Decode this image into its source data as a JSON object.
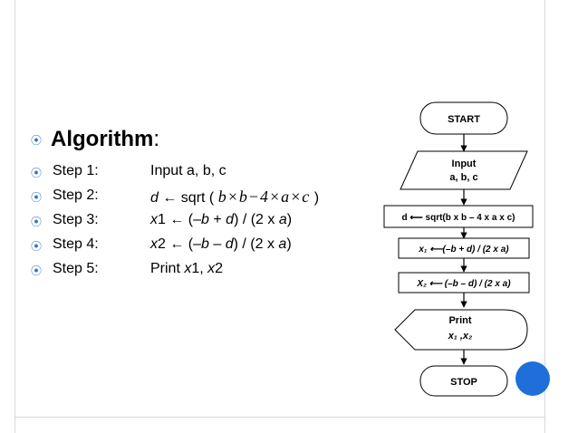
{
  "colors": {
    "accent": "#2e75c8",
    "circle": "#1e6fd9",
    "frame": "#d8d8d8"
  },
  "algorithm": {
    "heading": "Algorithm",
    "colon": ":",
    "bullet_icon": "diamond-circle-bullet",
    "steps": [
      {
        "label": "Step 1:",
        "text": "Input a, b, c"
      },
      {
        "label": "Step 2:",
        "pre": "d",
        "mid": " ← sqrt ( ",
        "math": "b×b−4×a×c",
        "post": " )"
      },
      {
        "label": "Step 3:",
        "pre": "x",
        "mid": "1 ← (–",
        "b": "b",
        "plus": " + ",
        "d": "d",
        "tail": ") / (2 x ",
        "a": "a",
        "end": ")"
      },
      {
        "label": "Step 4:",
        "pre": "x",
        "mid": "2 ← (–",
        "b": "b",
        "plus": " – ",
        "d": "d",
        "tail": ") / (2 x ",
        "a": "a",
        "end": ")"
      },
      {
        "label": "Step 5:",
        "pre": "Print ",
        "x1": "x",
        "n1": "1, ",
        "x2": "x",
        "n2": "2"
      }
    ]
  },
  "flowchart": {
    "start": "START",
    "input_line1": "Input",
    "input_line2": "a, b, c",
    "process1": "d ⟵  sqrt(b x b – 4 x a x c)",
    "process2": "x₁ ⟵(–b + d) / (2 x a)",
    "process3": "X₂ ⟵  (–b – d) / (2 x a)",
    "print_line1": "Print",
    "print_line2": "x₁ ,x₂",
    "stop": "STOP"
  }
}
